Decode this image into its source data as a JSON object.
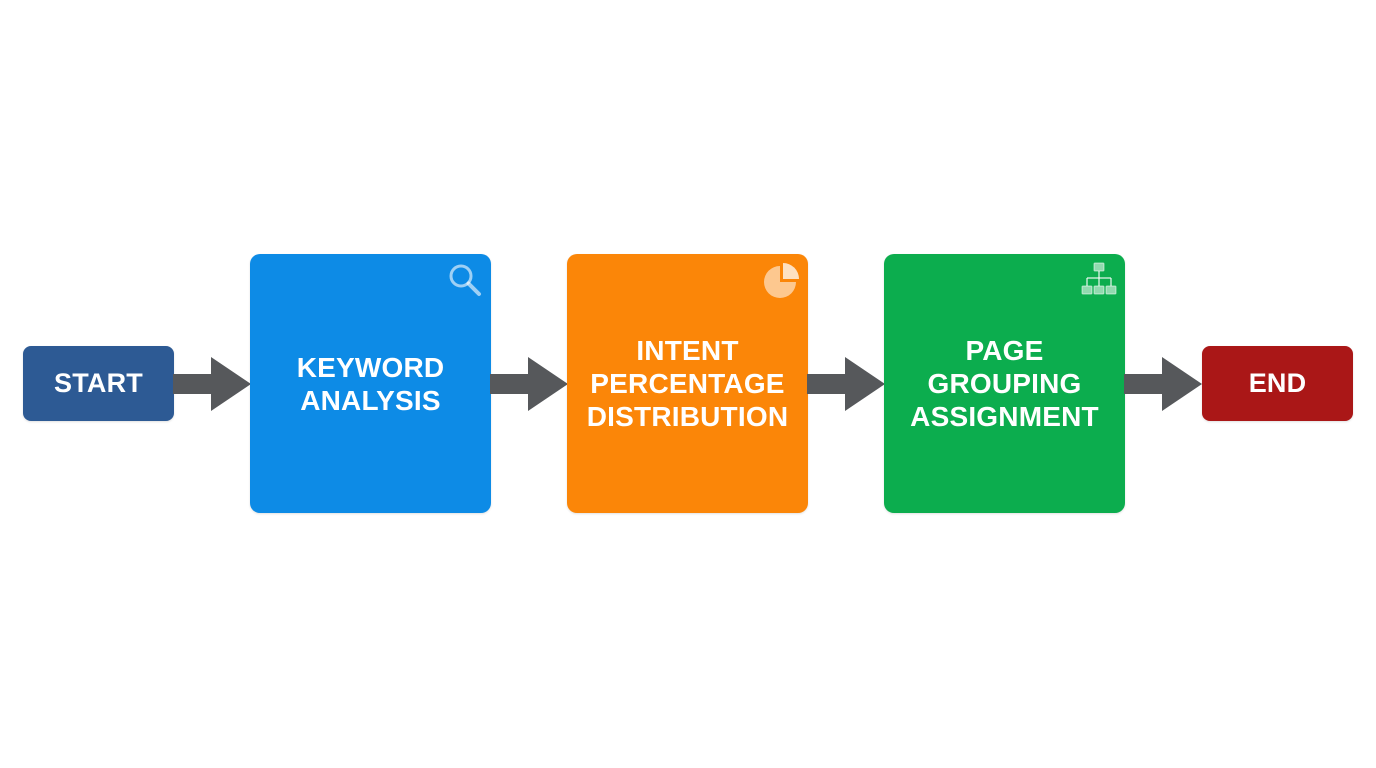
{
  "diagram": {
    "nodes": [
      {
        "id": "start",
        "label": "START",
        "color": "#2d5a94",
        "kind": "terminal"
      },
      {
        "id": "keyword",
        "label": "KEYWORD\nANALYSIS",
        "color": "#0d8be6",
        "kind": "step",
        "icon": "magnifier-icon"
      },
      {
        "id": "intent",
        "label": "INTENT\nPERCENTAGE\nDISTRIBUTION",
        "color": "#fb8608",
        "kind": "step",
        "icon": "pie-chart-icon"
      },
      {
        "id": "page",
        "label": "PAGE\nGROUPING\nASSIGNMENT",
        "color": "#0cad4e",
        "kind": "step",
        "icon": "hierarchy-icon"
      },
      {
        "id": "end",
        "label": "END",
        "color": "#aa1717",
        "kind": "terminal"
      }
    ],
    "edges": [
      {
        "from": "start",
        "to": "keyword"
      },
      {
        "from": "keyword",
        "to": "intent"
      },
      {
        "from": "intent",
        "to": "page"
      },
      {
        "from": "page",
        "to": "end"
      }
    ],
    "arrow_color": "#56585b"
  }
}
